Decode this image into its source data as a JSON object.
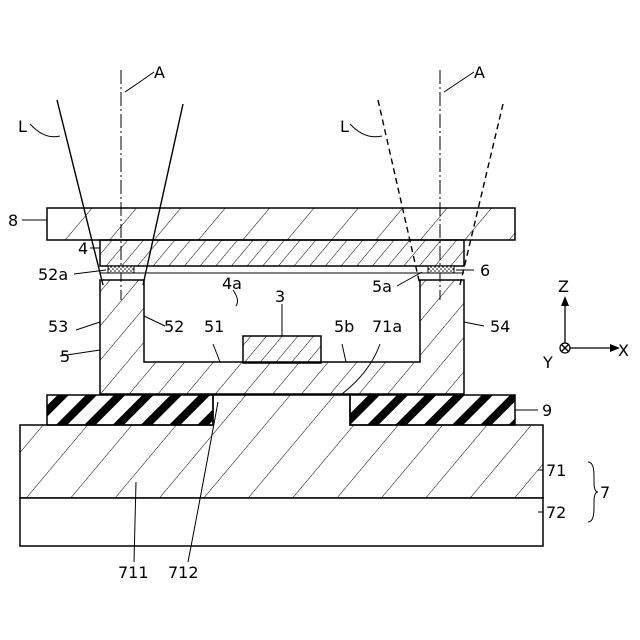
{
  "labels": {
    "light": "L",
    "axis": "A",
    "glass_plate": "8",
    "lid": "4",
    "lid_bottom_surface": "4a",
    "bond_material": "6",
    "element": "3",
    "package_wall_top": "52a",
    "package_top_surface": "5a",
    "package": "5",
    "inner_wall": "52",
    "outer_wall": "53",
    "right_wall": "54",
    "cavity_floor": "51",
    "package_bottom_surface": "5b",
    "stage_surface": "71a",
    "spacer": "9",
    "stage_upper": "71",
    "stage_lower": "72",
    "stage": "7",
    "stage_region_1": "711",
    "stage_region_2": "712",
    "axis_z": "Z",
    "axis_x": "X",
    "axis_y": "Y"
  },
  "colors": {
    "line": "#000000",
    "background": "#ffffff",
    "bond_fill": "#dcdcdc"
  }
}
